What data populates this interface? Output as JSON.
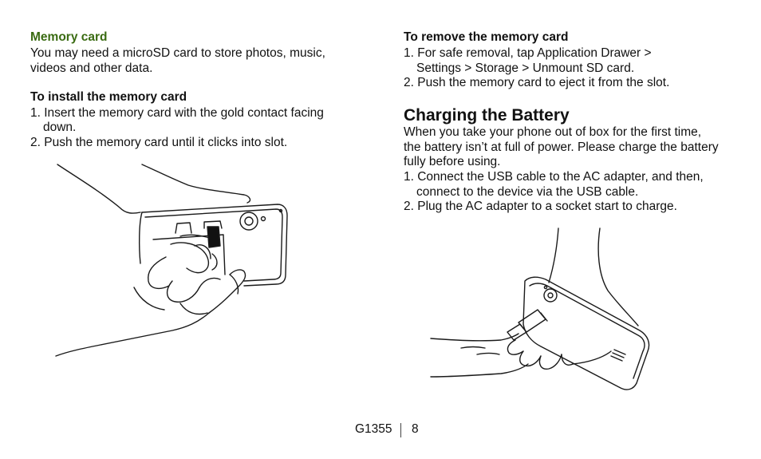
{
  "memory_card": {
    "heading": "Memory card",
    "intro_lines": [
      "You may need a microSD card to store photos, music,",
      "videos and other data."
    ]
  },
  "install": {
    "heading": "To install the memory card",
    "step1_lines": [
      "1. Insert the memory card with the gold contact facing",
      "down."
    ],
    "step2": "2. Push the memory card until it clicks into slot."
  },
  "remove": {
    "heading": "To remove the memory card",
    "step1_lines": [
      "1. For safe removal, tap Application Drawer >",
      "Settings > Storage > Unmount SD card."
    ],
    "step2": "2. Push the memory card to eject it from the slot."
  },
  "charging": {
    "heading": "Charging the Battery",
    "intro_lines": [
      "When you take your phone out of box for the first time,",
      "the battery isn’t at full of power. Please charge the battery",
      "fully before using."
    ],
    "step1_lines": [
      "1. Connect the USB cable to the AC adapter, and then,",
      "connect to the device via the USB cable."
    ],
    "step2": "2. Plug the AC adapter to a socket start to charge."
  },
  "footer": {
    "model": "G1355",
    "page": "8"
  }
}
